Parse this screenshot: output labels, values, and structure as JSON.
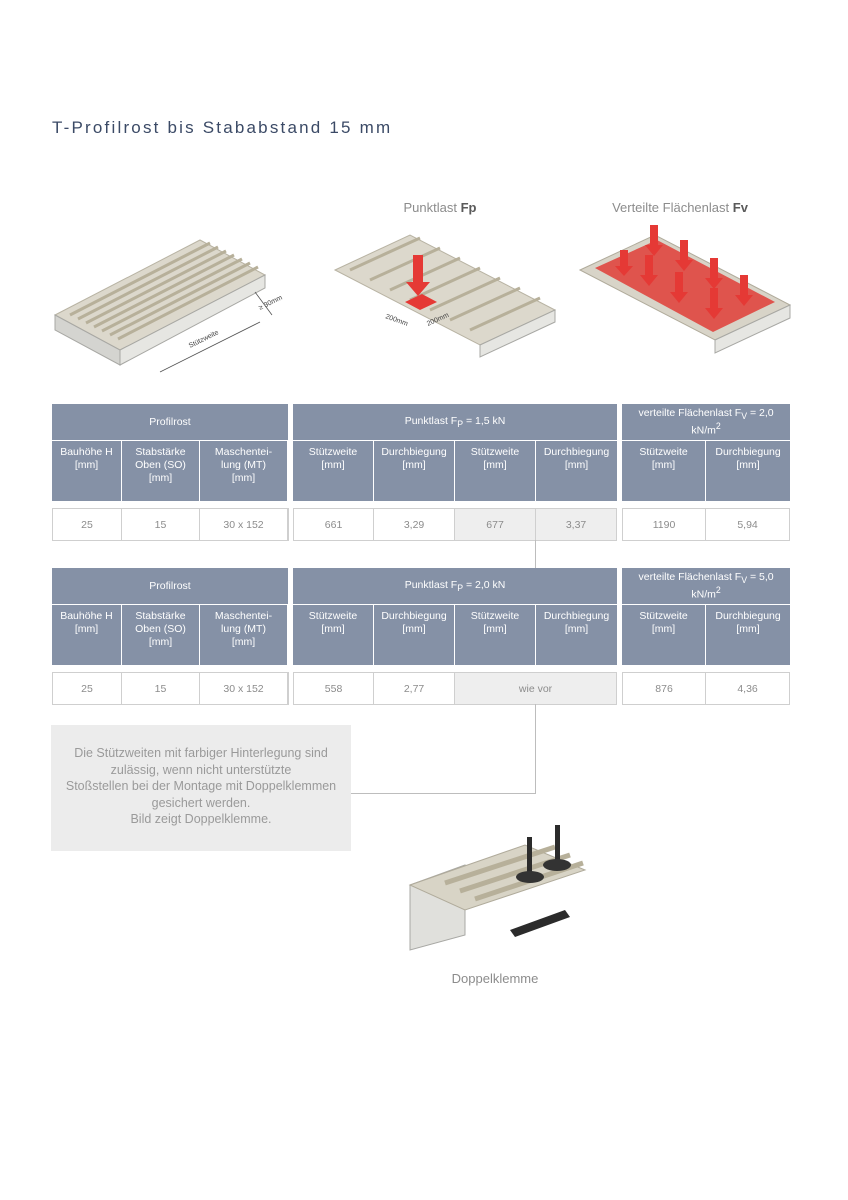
{
  "title": "T-Profilrost bis Stababstand 15 mm",
  "captions": {
    "point_load_text": "Punktlast ",
    "point_load_symbol": "Fp",
    "area_load_text": "Verteilte Flächenlast ",
    "area_load_symbol": "Fv",
    "clamp": "Doppelklemme"
  },
  "dimensions": {
    "span": "Stützweite",
    "min_bearing": "≥ 30mm",
    "pad_1": "200mm",
    "pad_2": "200mm"
  },
  "tables": [
    {
      "group_profilrost": "Profilrost",
      "group_point_prefix": "Punktlast F",
      "group_point_sub": "P",
      "group_point_suffix": " = 1,5 kN",
      "group_area_prefix": "verteilte Flächenlast F",
      "group_area_sub": "V",
      "group_area_suffix": " = 2,0 kN/m",
      "group_area_sup": "2",
      "headers": [
        "Bauhöhe H\n[mm]",
        "Stabstärke\nOben (SO)\n[mm]",
        "Maschentei-\nlung (MT)\n[mm]",
        "Stützweite\n[mm]",
        "Durchbiegung\n[mm]",
        "Stützweite\n[mm]",
        "Durchbiegung\n[mm]",
        "Stützweite\n[mm]",
        "Durchbiegung\n[mm]"
      ],
      "row": [
        "25",
        "15",
        "30 x 152",
        "661",
        "3,29",
        "677",
        "3,37",
        "1190",
        "5,94"
      ]
    },
    {
      "group_profilrost": "Profilrost",
      "group_point_prefix": "Punktlast F",
      "group_point_sub": "P",
      "group_point_suffix": " = 2,0 kN",
      "group_area_prefix": "verteilte Flächenlast F",
      "group_area_sub": "V",
      "group_area_suffix": " = 5,0 kN/m",
      "group_area_sup": "2",
      "headers": [
        "Bauhöhe H\n[mm]",
        "Stabstärke\nOben (SO)\n[mm]",
        "Maschentei-\nlung (MT)\n[mm]",
        "Stützweite\n[mm]",
        "Durchbiegung\n[mm]",
        "Stützweite\n[mm]",
        "Durchbiegung\n[mm]",
        "Stützweite\n[mm]",
        "Durchbiegung\n[mm]"
      ],
      "row": [
        "25",
        "15",
        "30 x 152",
        "558",
        "2,77",
        "wie vor",
        "876",
        "4,36"
      ]
    }
  ],
  "note": [
    "Die Stützweiten mit farbiger Hinterlegung sind",
    "zulässig, wenn nicht unterstützte",
    "Stoßstellen bei der Montage mit Doppelklemmen",
    "gesichert werden.",
    "Bild zeigt Doppelklemme."
  ],
  "colors": {
    "title": "#3b4a66",
    "header_bg": "#8591a6",
    "shade": "#eeeeee",
    "load_red": "#e53935"
  }
}
